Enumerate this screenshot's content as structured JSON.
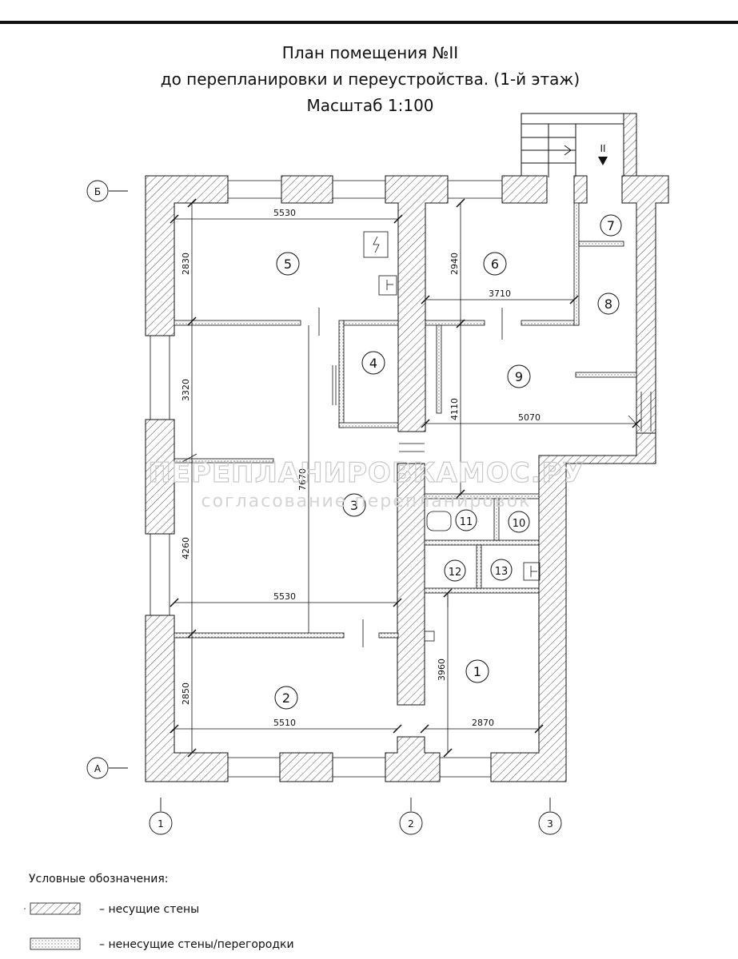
{
  "title": {
    "line1": "План помещения №II",
    "line2": "до перепланировки и переустройства. (1-й этаж)",
    "line3": "Масштаб 1:100"
  },
  "rooms": [
    "1",
    "2",
    "3",
    "4",
    "5",
    "6",
    "7",
    "8",
    "9",
    "10",
    "11",
    "12",
    "13"
  ],
  "dimensions": {
    "d5530_top": "5530",
    "d2830": "2830",
    "d2940": "2940",
    "d3710": "3710",
    "d3320": "3320",
    "d4110": "4110",
    "d5070": "5070",
    "d7670": "7670",
    "d4260": "4260",
    "d5530_mid": "5530",
    "d2850": "2850",
    "d3960": "3960",
    "d5510": "5510",
    "d2870": "2870"
  },
  "axes": {
    "row_b": "Б",
    "row_a": "А",
    "col_1": "1",
    "col_2": "2",
    "col_3": "3"
  },
  "section_mark": "II",
  "watermark": {
    "line1": "ПЕРЕПЛАНИРОВКАМОС.РУ",
    "line2": "согласование перепланировок"
  },
  "legend": {
    "heading": "Условные обозначения:",
    "bearing": "– несущие стены",
    "partition": "– ненесущие стены/перегородки"
  }
}
